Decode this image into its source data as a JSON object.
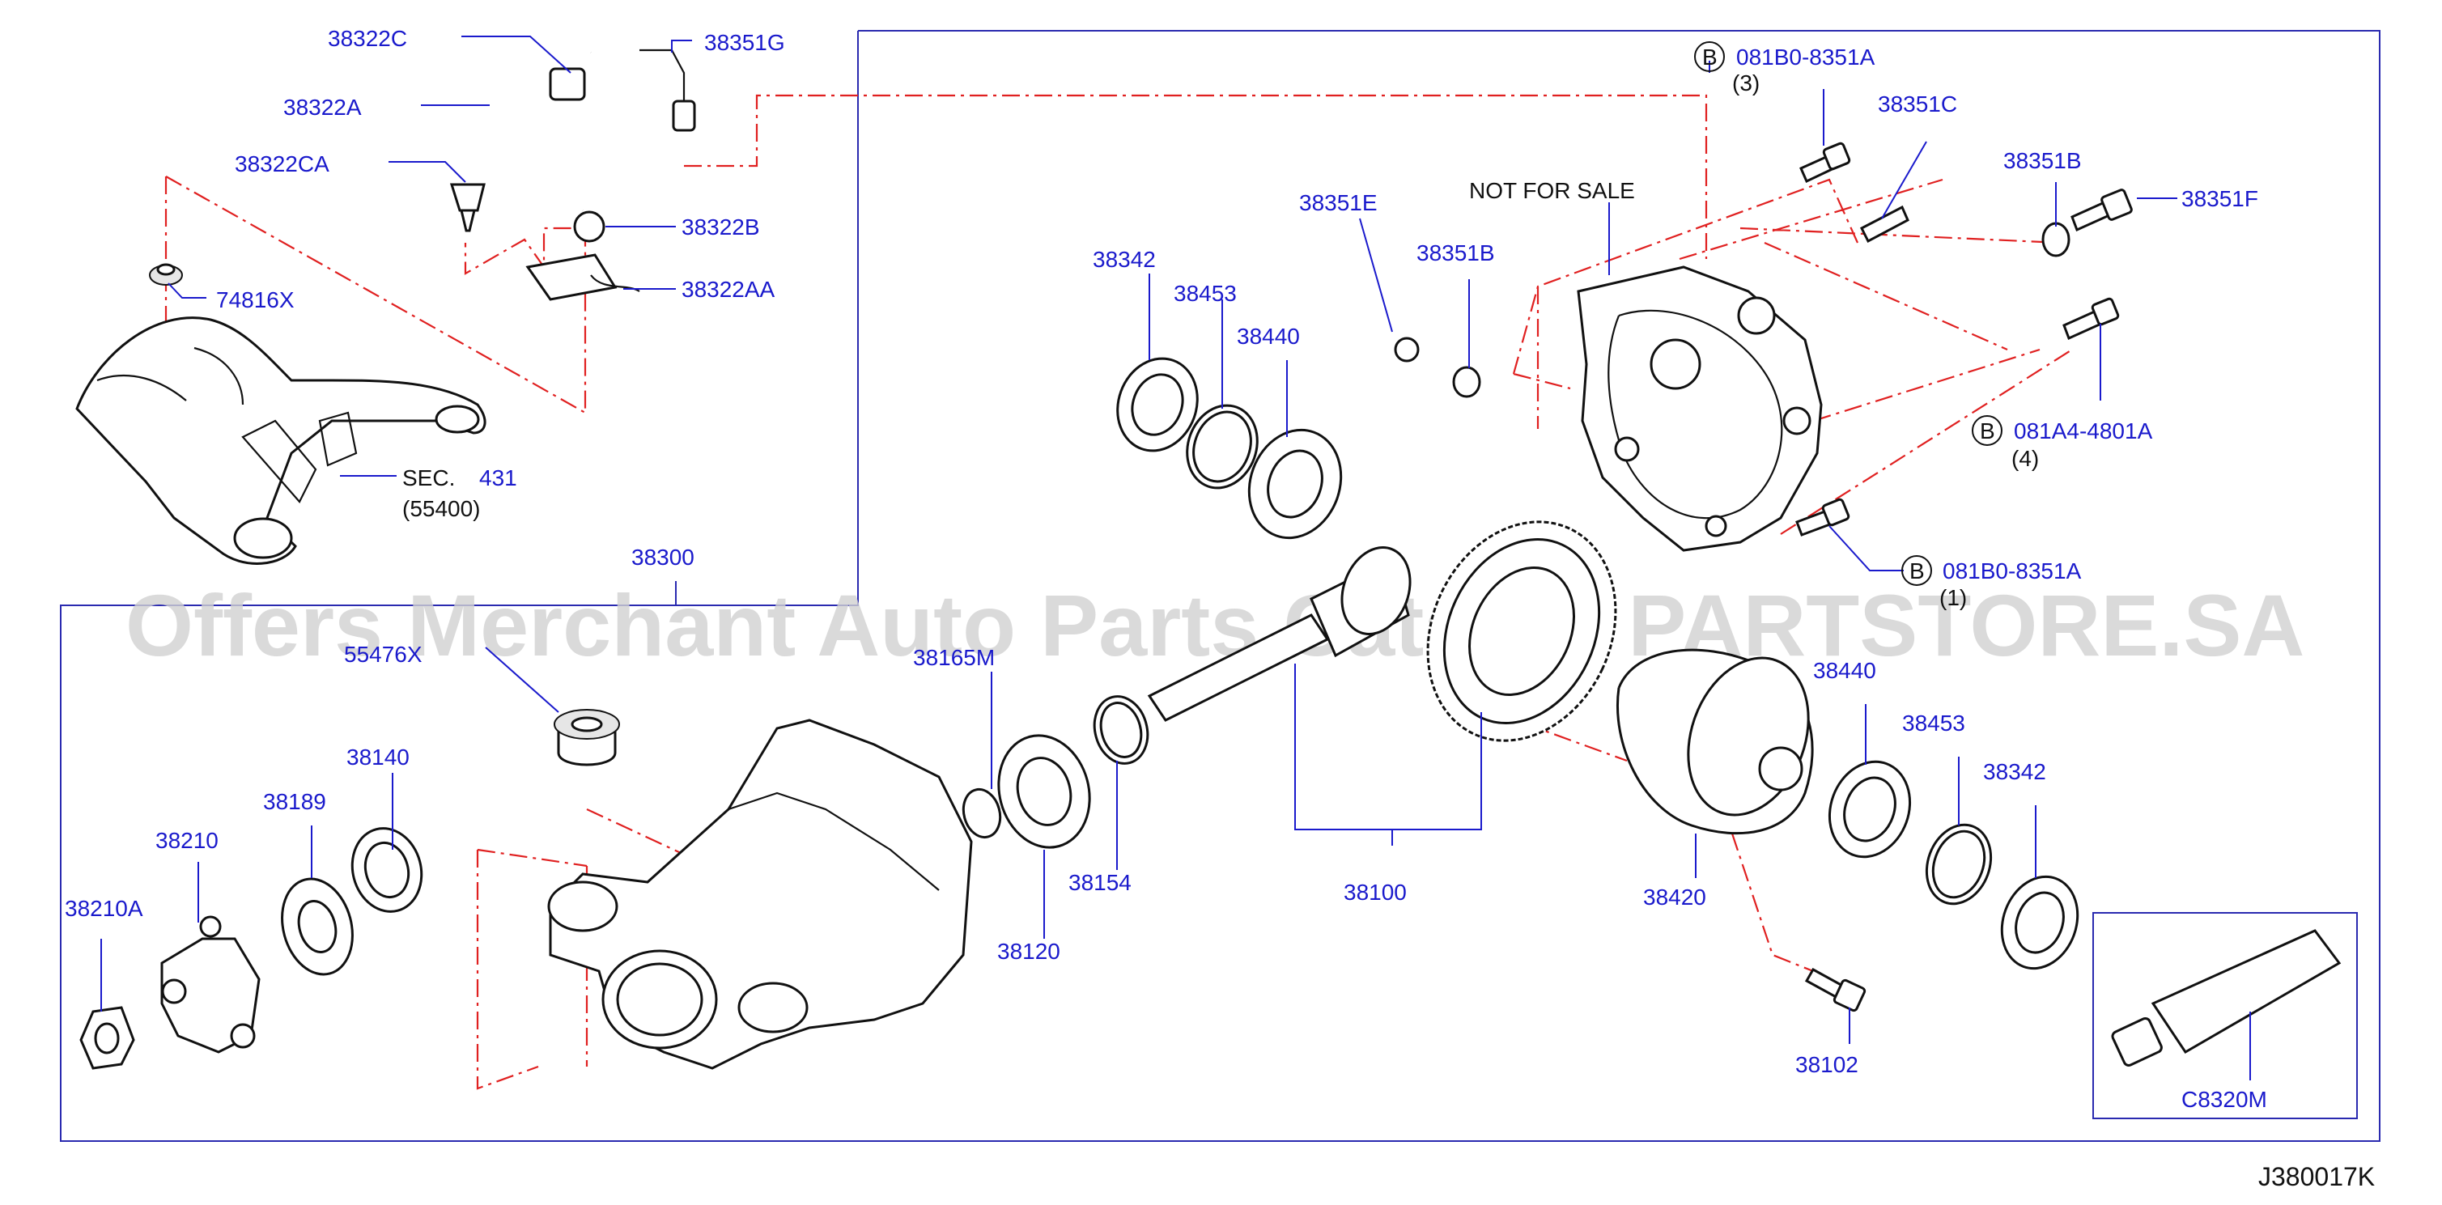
{
  "diagram": {
    "code": "J380017K",
    "watermark": "Offers Merchant Auto Parts Catalog PARTSTORE.SA",
    "not_for_sale": "NOT   FOR   SALE",
    "sec_label": "SEC.",
    "sec_number": "431",
    "sec_sub": "(55400)",
    "bolt_symbol": "B",
    "callouts": {
      "p38322C": "38322C",
      "p38351G": "38351G",
      "p38322A": "38322A",
      "p38322CA": "38322CA",
      "p38322B": "38322B",
      "p74816X": "74816X",
      "p38322AA": "38322AA",
      "p38300": "38300",
      "p55476X": "55476X",
      "p38140": "38140",
      "p38189": "38189",
      "p38210": "38210",
      "p38210A": "38210A",
      "p38165M": "38165M",
      "p38120": "38120",
      "p38154": "38154",
      "p38100": "38100",
      "p38342a": "38342",
      "p38453a": "38453",
      "p38440a": "38440",
      "p38351E": "38351E",
      "p38351Ba": "38351B",
      "p081B0a": "081B0-8351A",
      "p081B0a_qty": "(3)",
      "p38351C": "38351C",
      "p38351Bb": "38351B",
      "p38351F": "38351F",
      "p081A4": "081A4-4801A",
      "p081A4_qty": "(4)",
      "p081B0b": "081B0-8351A",
      "p081B0b_qty": "(1)",
      "p38440b": "38440",
      "p38453b": "38453",
      "p38342b": "38342",
      "p38420": "38420",
      "p38102": "38102",
      "pC8320M": "C8320M"
    }
  }
}
